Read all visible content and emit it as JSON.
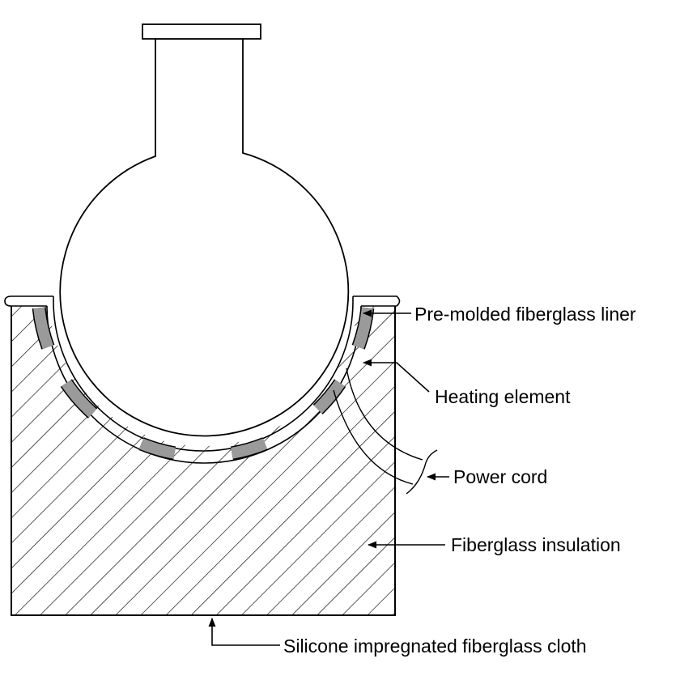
{
  "labels": {
    "liner": "Pre-molded fiberglass liner",
    "heating": "Heating element",
    "cord": "Power cord",
    "insulation": "Fiberglass insulation",
    "cloth": "Silicone impregnated fiberglass cloth"
  },
  "colors": {
    "line": "#000000",
    "heating_element": "#9a9a9a",
    "background": "#ffffff"
  }
}
